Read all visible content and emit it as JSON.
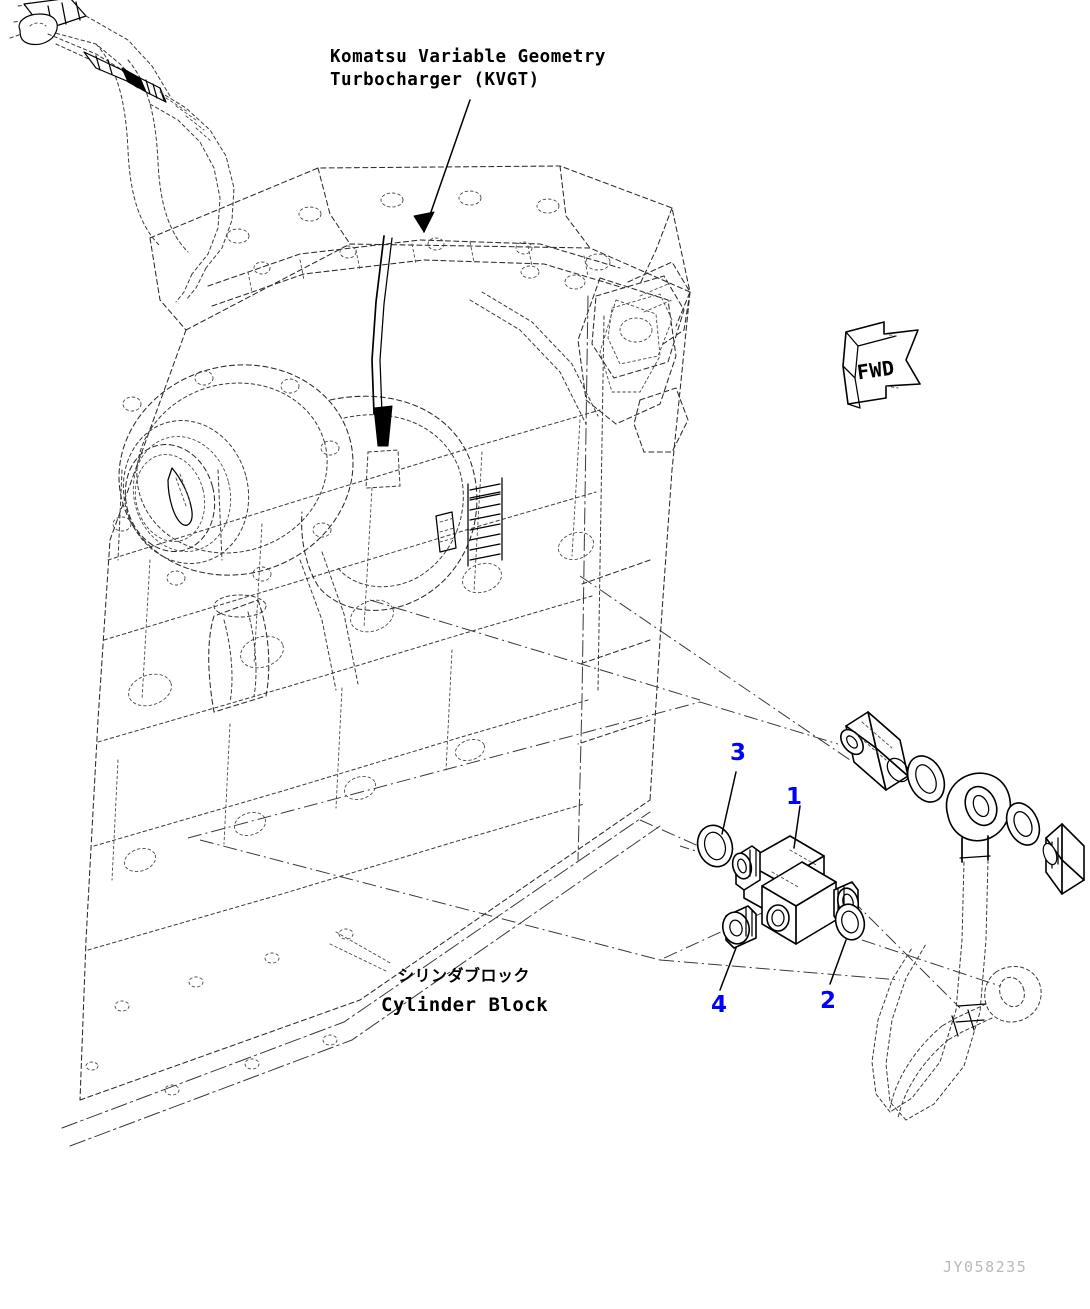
{
  "document": {
    "type": "parts-diagram",
    "title_note": "Komatsu Variable Geometry\nTurbocharger (KVGT)",
    "drawing_number": "JY058235",
    "background_color": "#ffffff",
    "line_color": "#000000",
    "callout_color": "#0000ff"
  },
  "annotations": {
    "turbocharger_note_line1": "Komatsu Variable Geometry",
    "turbocharger_note_line2": "Turbocharger (KVGT)",
    "cylinder_block_jp": "シリンダブロック",
    "cylinder_block_en": "Cylinder Block",
    "direction_marker": "FWD"
  },
  "callouts": [
    {
      "number": "1",
      "part": "valve-body"
    },
    {
      "number": "2",
      "part": "o-ring-lower"
    },
    {
      "number": "3",
      "part": "o-ring-upper"
    },
    {
      "number": "4",
      "part": "plug"
    }
  ],
  "footer": {
    "drawing_number": "JY058235"
  }
}
